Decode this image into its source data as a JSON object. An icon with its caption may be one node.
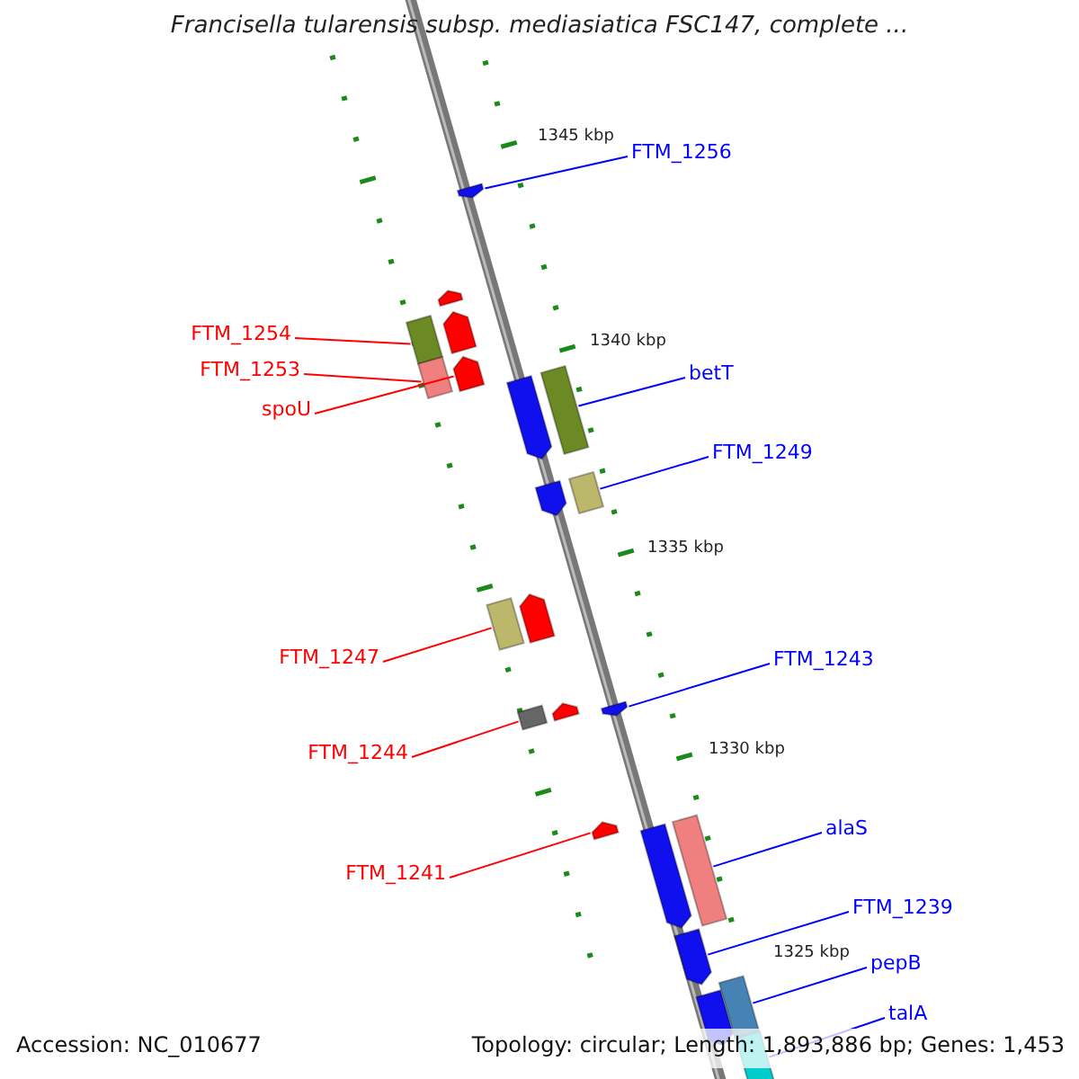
{
  "diagram": {
    "title": "Francisella tularensis subsp. mediasiatica FSC147, complete ...",
    "nodes": [
      {
        "text": [
          "FTM_1256"
        ]
      },
      {
        "text": [
          "FTM_1254"
        ]
      },
      {
        "text": [
          "FTM_1253"
        ]
      },
      {
        "text": [
          "betT"
        ]
      },
      {
        "text": [
          "spoU"
        ]
      },
      {
        "text": [
          "FTM_1249"
        ]
      },
      {
        "text": [
          "FTM_1247"
        ]
      },
      {
        "text": [
          "FTM_1243"
        ]
      },
      {
        "text": [
          "FTM_1244"
        ]
      },
      {
        "text": [
          "alaS"
        ]
      },
      {
        "text": [
          "FTM_1241"
        ]
      },
      {
        "text": [
          "FTM_1239"
        ]
      },
      {
        "text": [
          "pepB"
        ]
      },
      {
        "text": [
          "talA"
        ]
      },
      {
        "text": [],
        "shape": "arrow"
      },
      {
        "text": [],
        "shape": "arrow"
      },
      {
        "text": [],
        "shape": "arrow"
      },
      {
        "text": [],
        "shape": "bar"
      },
      {
        "text": [],
        "shape": "bar"
      },
      {
        "text": [],
        "shape": "arrow"
      },
      {
        "text": [],
        "shape": "arrow"
      },
      {
        "text": [],
        "shape": "bar"
      },
      {
        "text": [],
        "shape": "arrow"
      },
      {
        "text": [],
        "shape": "bar"
      },
      {
        "text": [],
        "shape": "bar"
      },
      {
        "text": [],
        "shape": "arrow"
      },
      {
        "text": [],
        "shape": "bar"
      },
      {
        "text": [],
        "shape": "arrow"
      },
      {
        "text": [],
        "shape": "arrow"
      },
      {
        "text": [],
        "shape": "arrow"
      },
      {
        "text": [],
        "shape": "arrow"
      },
      {
        "text": [],
        "shape": "bar"
      },
      {
        "text": [],
        "shape": "arrow"
      },
      {
        "text": [],
        "shape": "arrow"
      },
      {
        "text": [],
        "shape": "bar"
      },
      {
        "text": [],
        "shape": "bar"
      }
    ],
    "edges": [
      {
        "from": 0,
        "to": 14,
        "arrow": "none"
      },
      {
        "from": 1,
        "to": 17,
        "arrow": "none",
        "color": "#ff0000"
      },
      {
        "from": 2,
        "to": 18,
        "arrow": "none",
        "color": "#ff0000"
      },
      {
        "from": 3,
        "to": 21,
        "arrow": "none"
      },
      {
        "from": 4,
        "to": 19,
        "arrow": "none",
        "color": "#ff0000"
      },
      {
        "from": 5,
        "to": 23,
        "arrow": "none"
      },
      {
        "from": 6,
        "to": 24,
        "arrow": "none",
        "color": "#ff0000"
      },
      {
        "from": 7,
        "to": 28,
        "arrow": "none"
      },
      {
        "from": 8,
        "to": 26,
        "arrow": "none",
        "color": "#ff0000"
      },
      {
        "from": 9,
        "to": 31,
        "arrow": "none"
      },
      {
        "from": 10,
        "to": 29,
        "arrow": "none",
        "color": "#ff0000"
      },
      {
        "from": 11,
        "to": 32,
        "arrow": "none"
      },
      {
        "from": 12,
        "to": 34,
        "arrow": "none"
      },
      {
        "from": 13,
        "to": 35,
        "arrow": "none"
      }
    ],
    "labels": [
      "1345 kbp",
      "1340 kbp",
      "1335 kbp",
      "1330 kbp",
      "1325 kbp",
      "Accession: NC_010677",
      "Topology: circular; Length: 1,893,886 bp; Genes: 1,453"
    ]
  }
}
